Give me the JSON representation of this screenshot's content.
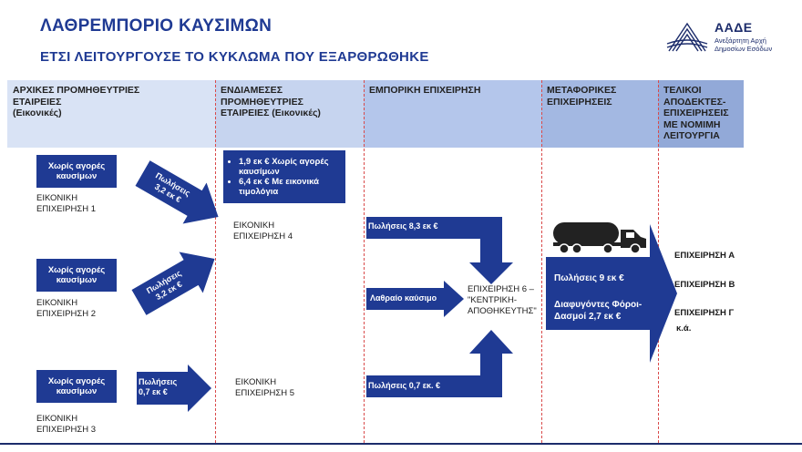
{
  "header": {
    "title": "ΛΑΘΡΕΜΠΟΡΙΟ ΚΑΥΣΙΜΩΝ",
    "subtitle": "ΕΤΣΙ ΛΕΙΤΟΥΡΓΟΥΣΕ ΤΟ ΚΥΚΛΩΜΑ ΠΟΥ ΕΞΑΡΘΡΩΘΗΚΕ"
  },
  "logo": {
    "name": "ΑΑΔΕ",
    "line1": "Ανεξάρτητη Αρχή",
    "line2": "Δημοσίων Εσόδων"
  },
  "columns": [
    {
      "line1": "ΑΡΧΙΚΕΣ ΠΡΟΜΗΘΕΥΤΡΙΕΣ",
      "line2": "ΕΤΑΙΡΕΙΕΣ",
      "line3": "(Εικονικές)",
      "bg": "#d9e3f5"
    },
    {
      "line1": "ΕΝΔΙΑΜΕΣΕΣ",
      "line2": "ΠΡΟΜΗΘΕΥΤΡΙΕΣ",
      "line3": "ΕΤΑΙΡΕΙΕΣ (Εικονικές)",
      "bg": "#c6d4ef"
    },
    {
      "line1": "ΕΜΠΟΡΙΚΗ ΕΠΙΧΕΙΡΗΣΗ",
      "line2": "",
      "line3": "",
      "bg": "#b4c6eb"
    },
    {
      "line1": "ΜΕΤΑΦΟΡΙΚΕΣ",
      "line2": "ΕΠΙΧΕΙΡΗΣΕΙΣ",
      "line3": "",
      "bg": "#a3b8e2"
    },
    {
      "line1": "ΤΕΛΙΚΟΙ",
      "line2": "ΑΠΟΔΕΚΤΕΣ-",
      "line3": "ΕΠΙΧΕΙΡΗΣΕΙΣ",
      "line4": "ΜΕ ΝΟΜΙΜΗ",
      "line5": "ΛΕΙΤΟΥΡΓΙΑ",
      "bg": "#92a9d8"
    }
  ],
  "col1": {
    "box1": {
      "l1": "Χωρίς αγορές",
      "l2": "καυσίμων"
    },
    "label1": {
      "l1": "ΕΙΚΟΝΙΚΗ",
      "l2": "ΕΠΙΧΕΙΡΗΣΗ 1"
    },
    "box2": {
      "l1": "Χωρίς αγορές",
      "l2": "καυσίμων"
    },
    "label2": {
      "l1": "ΕΙΚΟΝΙΚΗ",
      "l2": "ΕΠΙΧΕΙΡΗΣΗ 2"
    },
    "box3": {
      "l1": "Χωρίς αγορές",
      "l2": "καυσίμων"
    },
    "label3": {
      "l1": "ΕΙΚΟΝΙΚΗ",
      "l2": "ΕΠΙΧΕΙΡΗΣΗ 3"
    },
    "arrow1": {
      "l1": "Πωλήσεις",
      "l2": "3,2 εκ €"
    },
    "arrow2": {
      "l1": "Πωλήσεις",
      "l2": "3,2 εκ €"
    },
    "arrow3": {
      "l1": "Πωλήσεις",
      "l2": "0,7 εκ €"
    }
  },
  "col2": {
    "info": {
      "b1l1": "1,9 εκ € Χωρίς αγορές",
      "b1l2": "καυσίμων",
      "b2l1": "6,4 εκ € Με εικονικά",
      "b2l2": "τιμολόγια"
    },
    "label4": {
      "l1": "ΕΙΚΟΝΙΚΗ",
      "l2": "ΕΠΙΧΕΙΡΗΣΗ 4"
    },
    "label5": {
      "l1": "ΕΙΚΟΝΙΚΗ",
      "l2": "ΕΠΙΧΕΙΡΗΣΗ 5"
    }
  },
  "col3": {
    "arrow_top": "Πωλήσεις 8,3 εκ €",
    "arrow_mid": "Λαθραίο καύσιμο",
    "arrow_bot": "Πωλήσεις 0,7 εκ. €",
    "hub": {
      "l1": "ΕΠΙΧΕΙΡΗΣΗ 6 –",
      "l2": "\"ΚΕΝΤΡΙΚΗ-",
      "l3": "ΑΠΟΘΗΚΕΥΤΗΣ\""
    }
  },
  "col4": {
    "sales": "Πωλήσεις 9 εκ €",
    "evaded": {
      "l1": "Διαφυγόντες Φόροι-",
      "l2": "Δασμοί 2,7 εκ €"
    },
    "truck_icon": "tanker-truck-icon"
  },
  "col5": {
    "a": "ΕΠΙΧΕΙΡΗΣΗ Α",
    "b": "ΕΠΙΧΕΙΡΗΣΗ Β",
    "c": "ΕΠΙΧΕΙΡΗΣΗ Γ",
    "etc": "κ.ά."
  },
  "colors": {
    "accent": "#1f3a93",
    "divider": "#d94a4a"
  }
}
